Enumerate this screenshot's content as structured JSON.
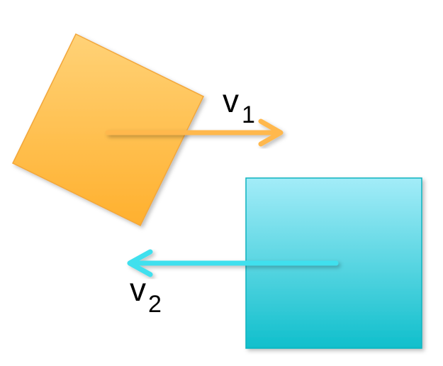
{
  "labels": {
    "v1_main": "v",
    "v1_sub": "1",
    "v2_main": "v",
    "v2_sub": "2"
  },
  "colors": {
    "orange_top": "#ffd277",
    "orange_bottom": "#ffb02e",
    "orange_arrow": "#ffb84d",
    "cyan_top": "#a3ecf8",
    "cyan_bottom": "#10bfcc",
    "cyan_arrow": "#3fe0ee",
    "label": "#000000"
  }
}
